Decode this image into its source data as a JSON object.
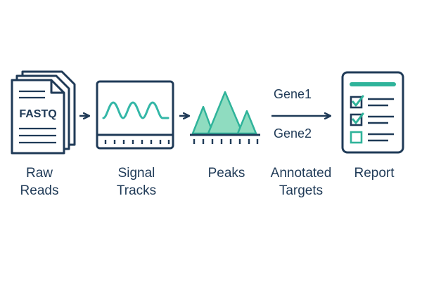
{
  "steps": [
    {
      "id": "raw_reads",
      "label_line1": "Raw",
      "label_line2": "Reads",
      "icon": "fastq-file-stack-icon",
      "badge_text": "FASTQ"
    },
    {
      "id": "signal_tracks",
      "label_line1": "Signal",
      "label_line2": "Tracks",
      "icon": "signal-track-icon"
    },
    {
      "id": "peaks",
      "label_line1": "Peaks",
      "label_line2": "",
      "icon": "peaks-icon"
    },
    {
      "id": "annotated_targets",
      "label_line1": "Annotated",
      "label_line2": "Targets",
      "icon": "gene-annotation-arrow-icon",
      "genes": [
        "Gene1",
        "Gene2"
      ]
    },
    {
      "id": "report",
      "label_line1": "Report",
      "label_line2": "",
      "icon": "checklist-report-icon",
      "checks": [
        true,
        true,
        false
      ]
    }
  ],
  "colors": {
    "outline": "#1f3a57",
    "accent": "#2fb39a",
    "accent_fill": "#8fdcc0",
    "accent_fill_dark": "#5ac8a3",
    "wave": "#34b7a7"
  }
}
